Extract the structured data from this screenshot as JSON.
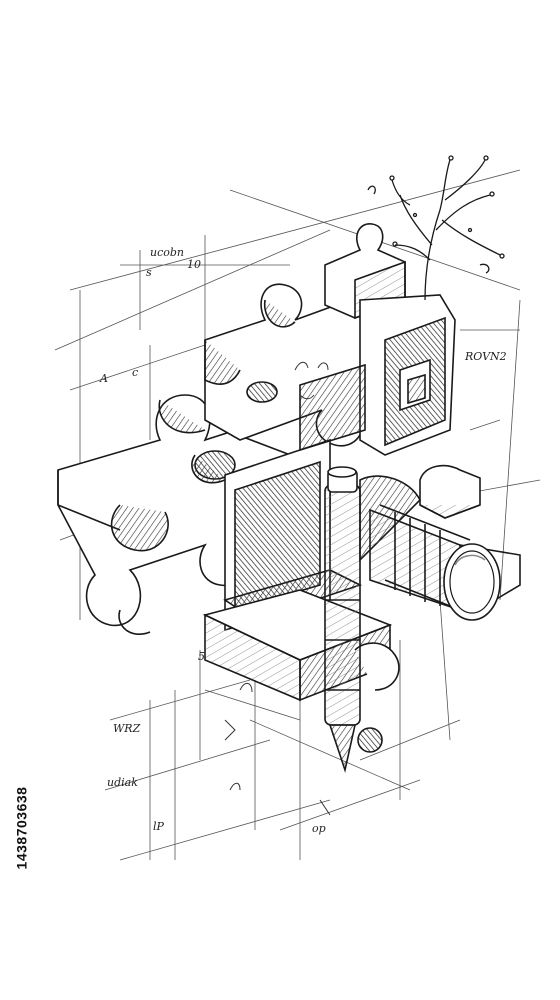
{
  "image": {
    "stock_id": "1438703638",
    "scribbles": {
      "a1": "ucobn",
      "a2": "s",
      "a3": "10",
      "a4": "A",
      "a5": "c",
      "a6": "ROVN2",
      "a7": "5",
      "a8": "WRZ",
      "a9": "udiak",
      "a10": "lP",
      "a11": "op"
    }
  },
  "colors": {
    "ink": "#1a1a1a",
    "paper": "#ffffff",
    "shade": "#555555"
  }
}
